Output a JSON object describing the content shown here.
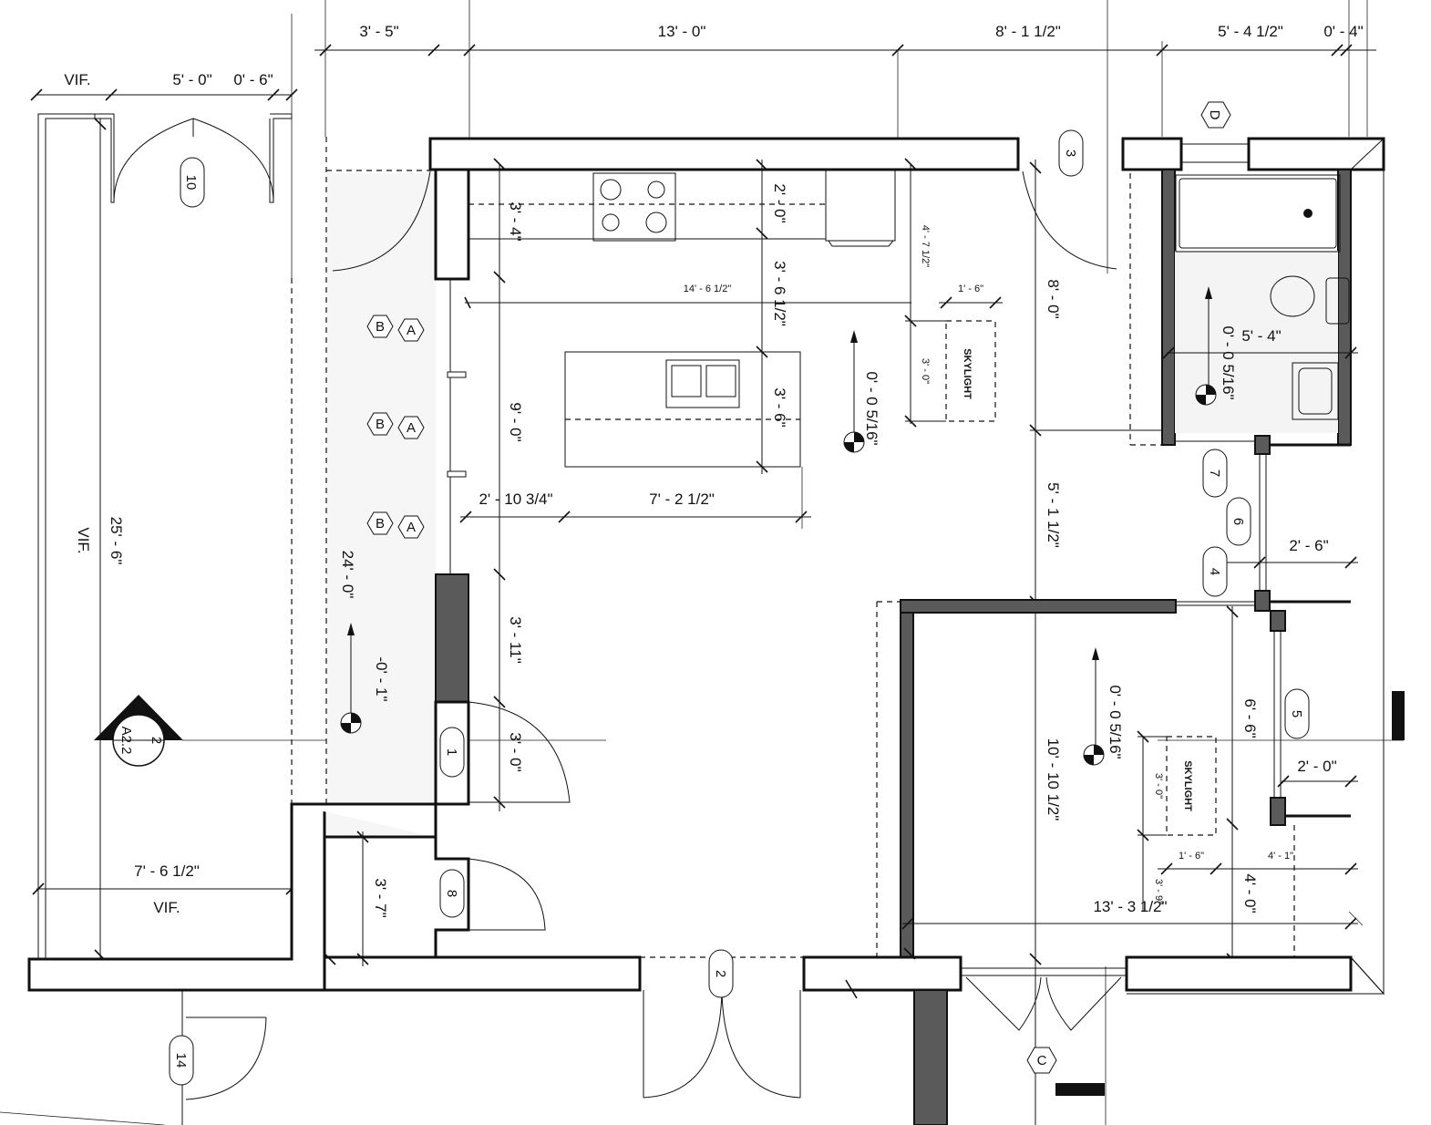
{
  "dimensions_top": {
    "d1": "VIF.",
    "d2": "5' - 0\"",
    "d3": "0' - 6\"",
    "d4": "3' - 5\"",
    "d5": "13' - 0\"",
    "d6": "8' - 1 1/2\"",
    "d7": "5' - 4 1/2\"",
    "d8": "0' - 4\""
  },
  "dimensions_left": {
    "vif_vertical": "VIF.",
    "overall": "25' - 6\"",
    "corridor": "24' - 0\"",
    "bottom_width": "7' - 6 1/2\"",
    "bottom_vif": "VIF.",
    "closet": "3' - 7\""
  },
  "dimensions_kitchen": {
    "counter_depth": "3' - 4\"",
    "counter_2": "2' - 0\"",
    "aisle": "3' - 6 1/2\"",
    "island_depth": "3' - 6\"",
    "island_run": "14' - 6 1/2\"",
    "open": "9' - 0\"",
    "island_offset": "2' - 10 3/4\"",
    "island_len": "7' - 2 1/2\"",
    "wall_seg": "3' - 11\"",
    "door_w": "3' - 0\"",
    "level": "0' - 0 5/16\"",
    "corridor_level": "-0' - 1\""
  },
  "skylight_1": {
    "label": "SKYLIGHT",
    "w": "1' - 6\"",
    "h": "3' - 0\"",
    "offset": "4' - 7 1/2\""
  },
  "dimensions_center": {
    "upper": "8' - 0\"",
    "mid": "5' - 1 1/2\"",
    "lower": "10' - 10 1/2\"",
    "bedroom_w": "13' - 3 1/2\""
  },
  "bathroom": {
    "width": "5' - 4\"",
    "level": "0' - 0 5/16\""
  },
  "closets_right": {
    "c1": "2' - 6\"",
    "c2": "6' - 6\"",
    "c3": "2' - 0\"",
    "c4": "4' - 1\"",
    "c5": "4' - 0\""
  },
  "bedroom": {
    "level": "0' - 0 5/16\""
  },
  "skylight_2": {
    "label": "SKYLIGHT",
    "w": "1' - 6\"",
    "h": "3' - 0\"",
    "offset": "3' - 9\""
  },
  "door_tags": [
    "1",
    "2",
    "3",
    "4",
    "5",
    "6",
    "7",
    "8",
    "10",
    "14"
  ],
  "window_tags": [
    "A",
    "B",
    "C",
    "D"
  ],
  "section_marker": {
    "number": "2",
    "sheet": "A2.2"
  }
}
